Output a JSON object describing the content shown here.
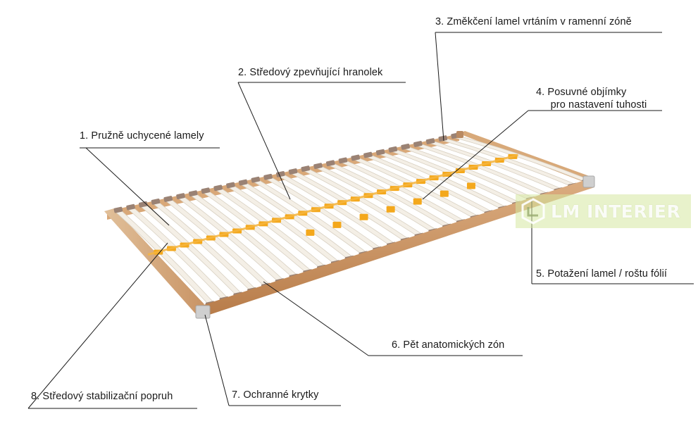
{
  "callouts": {
    "c1": "1. Pružně uchycené lamely",
    "c2": "2. Středový zpevňující hranolek",
    "c3": "3. Změkčení lamel vrtáním v ramenní zóně",
    "c4": "4. Posuvné objímky\n     pro nastavení tuhosti",
    "c5": "5. Potažení lamel / roštu fólií",
    "c6": "6. Pět anatomických zón",
    "c7": "7. Ochranné krytky",
    "c8": "8. Středový stabilizační  popruh"
  },
  "watermark": {
    "brand": "LM INTERIER",
    "logo_icon": "lm-shield-icon"
  },
  "colors": {
    "frame": "#c98f5c",
    "slat": "#f4efe6",
    "clip": "#f4a81c",
    "holder": "#9a8274",
    "line": "#1a1a1a"
  }
}
